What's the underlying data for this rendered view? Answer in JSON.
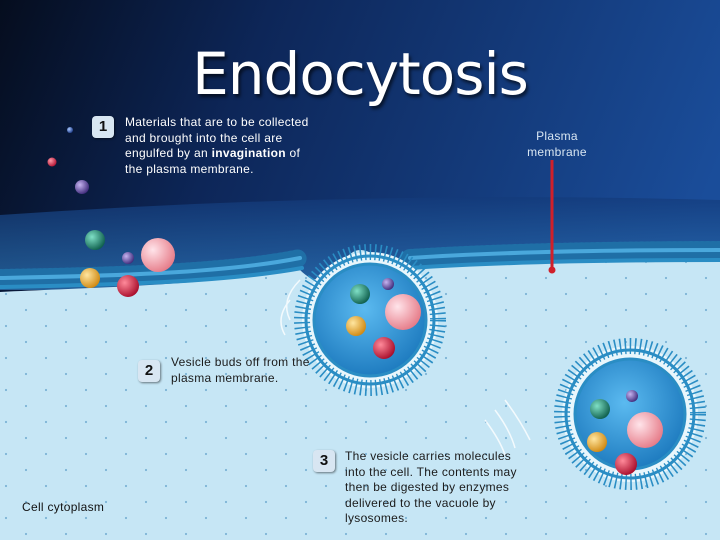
{
  "title": "Endocytosis",
  "steps": [
    {
      "number": "1",
      "text_before": "Materials that are to be collected and brought into the cell are engulfed by an ",
      "bold": "invagination",
      "text_after": " of the plasma membrane."
    },
    {
      "number": "2",
      "text": "Vesicle buds off from the plasma membrane."
    },
    {
      "number": "3",
      "text": "The vesicle carries molecules into the cell. The contents may then be digested by enzymes delivered to the vacuole by lysosomes."
    }
  ],
  "labels": {
    "plasma_membrane": "Plasma membrane",
    "cell_cytoplasm": "Cell cytoplasm"
  },
  "colors": {
    "background_top": "#0e2c63",
    "cytoplasm": "#c8e6f4",
    "membrane": "#2a8dc4",
    "vesicle_fluid": "#3aa0dc",
    "pointer": "#d0202a",
    "molecule_teal": "#1d8a72",
    "molecule_pink": "#f4a0aa",
    "molecule_red": "#d61a3c",
    "molecule_purple": "#6a4ea8",
    "molecule_yellow": "#f0b030"
  }
}
